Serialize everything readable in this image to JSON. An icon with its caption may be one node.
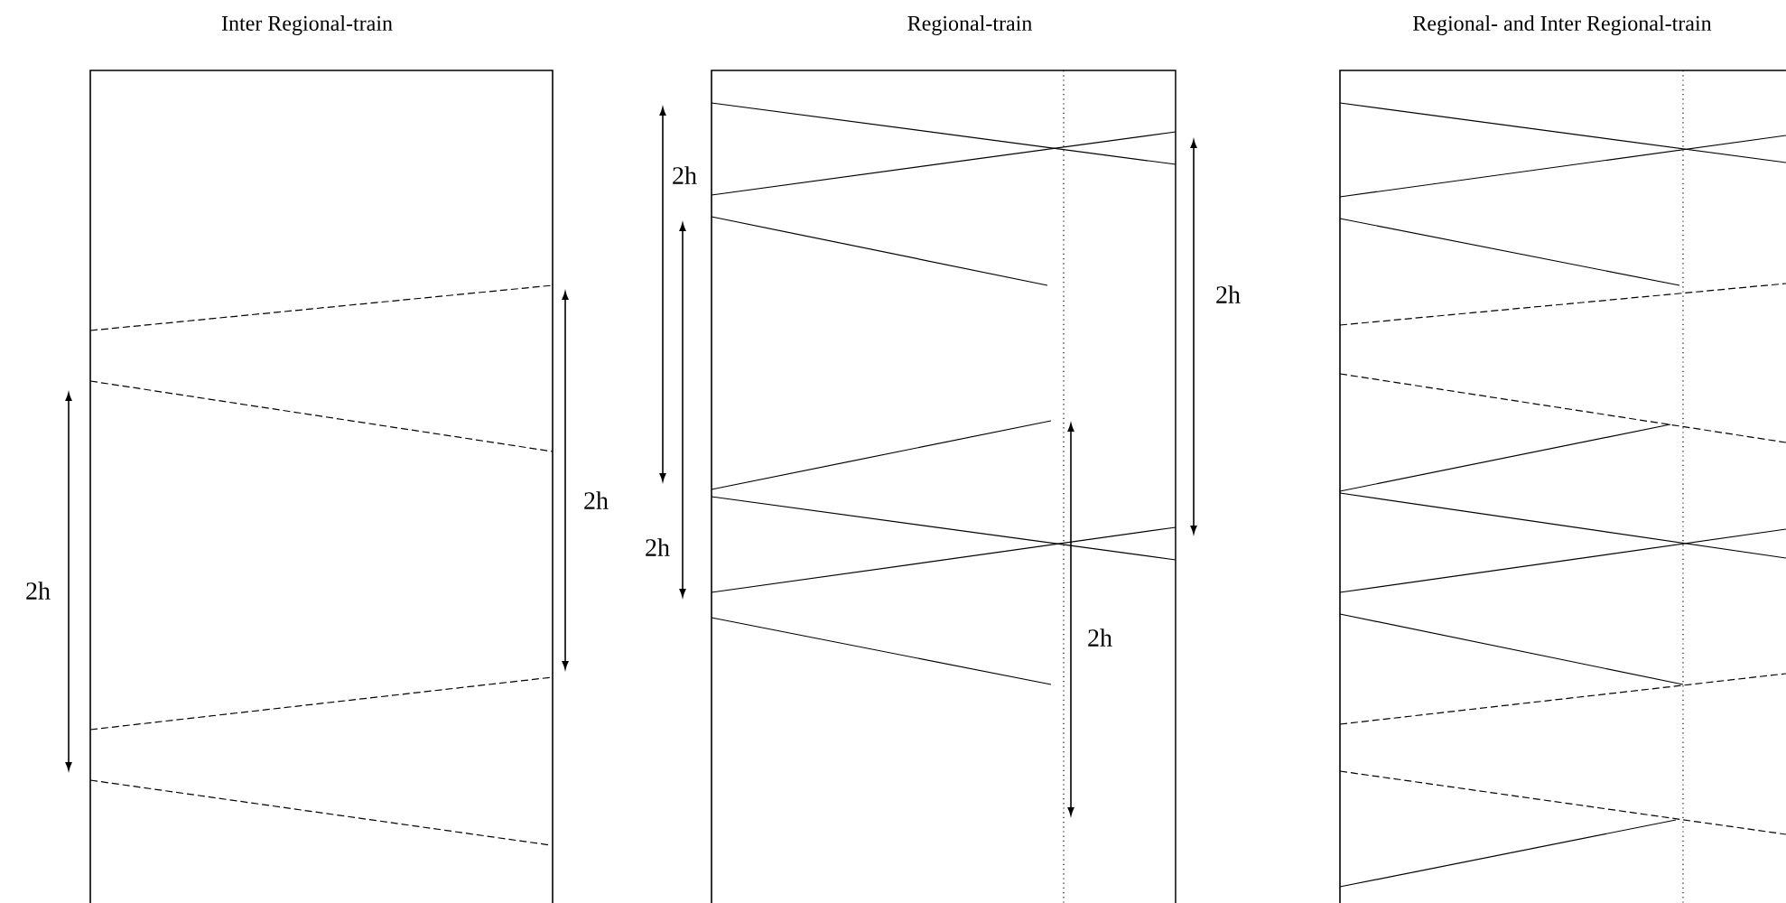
{
  "diagram": {
    "nodes": [
      {
        "text": [
          "Inter Regional-train"
        ]
      },
      {
        "text": [
          "Regional-train"
        ]
      },
      {
        "text": [
          "Regional- and Inter Regional-train"
        ]
      }
    ],
    "labels": [
      "2h",
      "2h",
      "2h",
      "2h",
      "2h",
      "2h"
    ]
  }
}
